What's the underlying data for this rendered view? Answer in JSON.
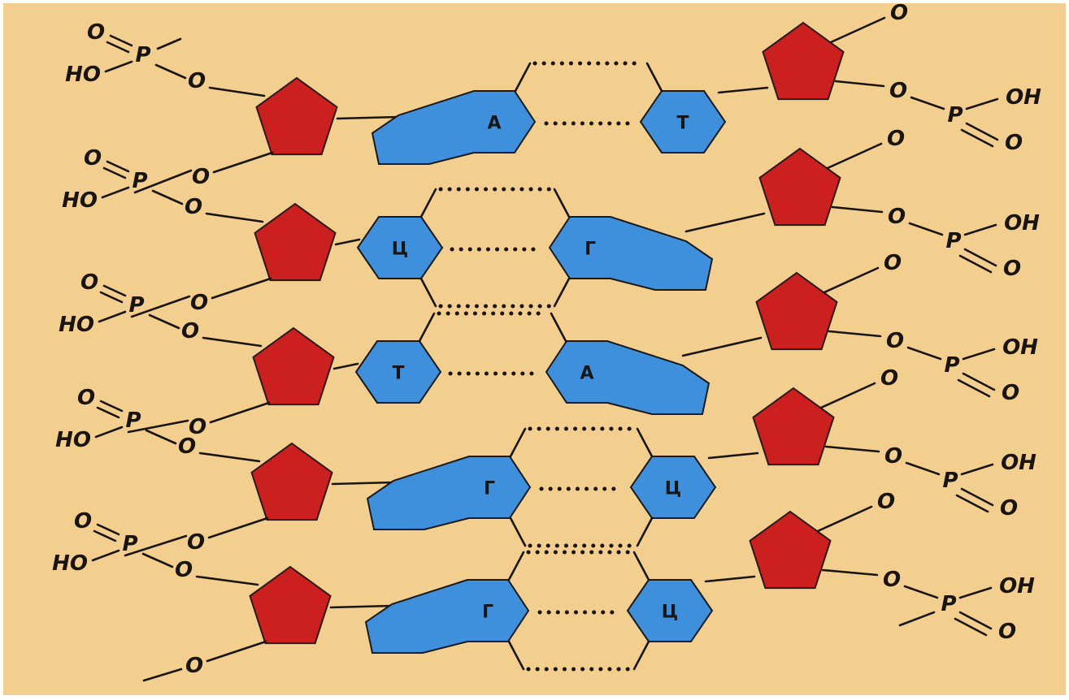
{
  "colors": {
    "background": "#f3cf8f",
    "sugar": "#cc1f1f",
    "base": "#3f90dc",
    "line": "#1a1410"
  },
  "labels": {
    "ho": "HO",
    "oh": "OH",
    "p": "P",
    "o": "O"
  },
  "pairs": [
    {
      "left": "А",
      "right": "Т",
      "hbonds": 2
    },
    {
      "left": "Ц",
      "right": "Г",
      "hbonds": 3
    },
    {
      "left": "Т",
      "right": "А",
      "hbonds": 2
    },
    {
      "left": "Г",
      "right": "Ц",
      "hbonds": 3
    },
    {
      "left": "Г",
      "right": "Ц",
      "hbonds": 3
    }
  ]
}
